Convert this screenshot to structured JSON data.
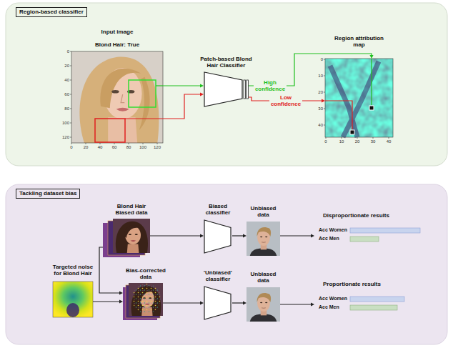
{
  "diagram": {
    "nodes": [
      {
        "text": [
          "Region-based classifier"
        ]
      },
      {
        "text": [
          "Input image",
          "Blond Hair: True"
        ],
        "in": 0
      },
      {
        "text": [
          "Patch-based Blond Hair Classifier"
        ],
        "in": 0
      },
      {
        "text": [
          "Region attribution map"
        ],
        "in": 0
      },
      {
        "text": [
          "Tackling dataset bias"
        ]
      },
      {
        "text": [
          "Blond Hair Biased data"
        ],
        "in": 4
      },
      {
        "text": [
          "Biased classifier"
        ],
        "in": 4
      },
      {
        "text": [
          "Unbiased data"
        ],
        "in": 4
      },
      {
        "text": [
          "Disproportionate results",
          "Acc Women",
          "Acc Men"
        ],
        "in": 4
      },
      {
        "text": [
          "Targeted noise for Blond Hair"
        ],
        "in": 4
      },
      {
        "text": [
          "Bias-corrected data"
        ],
        "in": 4
      },
      {
        "text": [
          "'Unbiased' classifier"
        ],
        "in": 4
      },
      {
        "text": [
          "Unbiased data"
        ],
        "in": 4
      },
      {
        "text": [
          "Proportionate results",
          "Acc Women",
          "Acc Men"
        ],
        "in": 4
      }
    ],
    "edges": [
      {
        "from": 1,
        "to": 2,
        "arrow": "to"
      },
      {
        "from": 1,
        "to": 2,
        "arrow": "to"
      },
      {
        "from": 2,
        "to": 3,
        "label": "High confidence",
        "arrow": "to"
      },
      {
        "from": 2,
        "to": 3,
        "label": "Low confidence",
        "arrow": "to"
      },
      {
        "from": 5,
        "to": 6,
        "arrow": "to"
      },
      {
        "from": 6,
        "to": 7,
        "arrow": "to"
      },
      {
        "from": 7,
        "to": 8,
        "arrow": "to"
      },
      {
        "from": 5,
        "to": 10,
        "arrow": "to"
      },
      {
        "from": 9,
        "to": 10,
        "arrow": "to"
      },
      {
        "from": 10,
        "to": 11,
        "arrow": "to"
      },
      {
        "from": 11,
        "to": 12,
        "arrow": "to"
      },
      {
        "from": 12,
        "to": 13,
        "arrow": "to"
      }
    ],
    "labels": [
      "0",
      "20",
      "40",
      "60",
      "80",
      "100",
      "120",
      "0",
      "20",
      "40",
      "60",
      "80",
      "100",
      "120",
      "0",
      "10",
      "20",
      "30",
      "40",
      "0",
      "10",
      "20",
      "30",
      "40"
    ]
  }
}
